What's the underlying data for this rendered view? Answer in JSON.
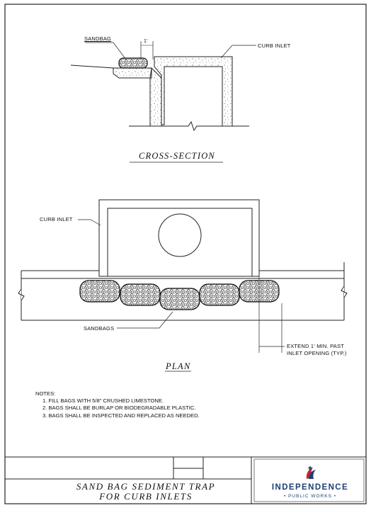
{
  "cross_section": {
    "sandbag_label": "SANDBAG",
    "curb_inlet_label": "CURB INLET",
    "dimension_label": "1'",
    "view_title": "CROSS-SECTION"
  },
  "plan": {
    "curb_inlet_label": "CURB INLET",
    "sandbags_label": "SANDBAGS",
    "extend_line1": "EXTEND 1' MIN. PAST",
    "extend_line2": "INLET OPENING (TYP.)",
    "view_title": "PLAN"
  },
  "notes": {
    "heading": "NOTES:",
    "items": [
      "1.  FILL BAGS WITH 5/8\" CRUSHED LIMESTONE.",
      "2.  BAGS SHALL BE BURLAP OR BIODEGRADABLE PLASTIC.",
      "3.  BAGS SHALL BE INSPECTED AND REPLACED AS NEEDED."
    ]
  },
  "title_block": {
    "title_line1": "SAND BAG SEDIMENT TRAP",
    "title_line2": "FOR CURB INLETS",
    "logo_name": "INDEPENDENCE",
    "logo_sub": "• PUBLIC WORKS •"
  },
  "colors": {
    "logo_blue": "#1f3f73",
    "logo_red": "#c0282d"
  }
}
